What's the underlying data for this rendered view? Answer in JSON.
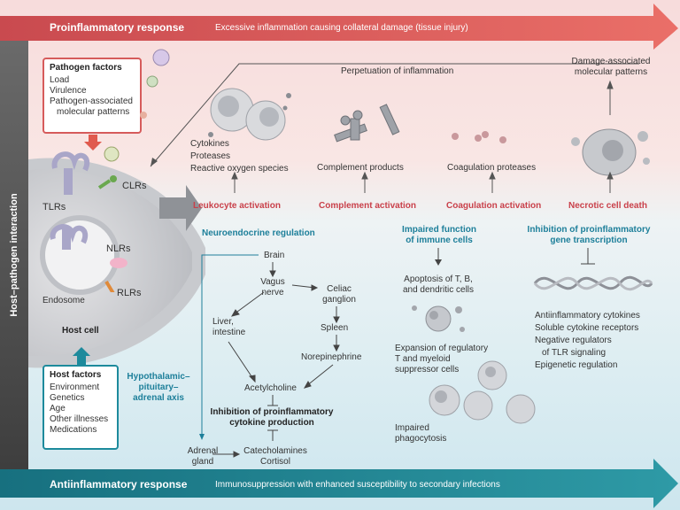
{
  "top_banner": {
    "title": "Proinflammatory response",
    "subtitle": "Excessive inflammation causing collateral damage (tissue injury)"
  },
  "bottom_banner": {
    "title": "Antiinflammatory response",
    "subtitle": "Immunosuppression with enhanced susceptibility to secondary infections"
  },
  "side_label": "Host–pathogen interaction",
  "pathogen_factors": {
    "title": "Pathogen factors",
    "items": [
      "Load",
      "Virulence",
      "Pathogen-associated",
      "molecular patterns"
    ]
  },
  "host_factors": {
    "title": "Host factors",
    "items": [
      "Environment",
      "Genetics",
      "Age",
      "Other illnesses",
      "Medications"
    ]
  },
  "host_cell": {
    "label": "Host cell",
    "receptors": [
      "CLRs",
      "TLRs",
      "NLRs",
      "RLRs"
    ],
    "endosome": "Endosome"
  },
  "proinflammatory": {
    "perpetuation": "Perpetuation of inflammation",
    "damp": [
      "Damage-associated",
      "molecular patterns"
    ],
    "leukocyte_products": [
      "Cytokines",
      "Proteases",
      "Reactive oxygen species"
    ],
    "complement_products": "Complement products",
    "coagulation_proteases": "Coagulation proteases",
    "activations": [
      "Leukocyte activation",
      "Complement activation",
      "Coagulation activation",
      "Necrotic cell death"
    ]
  },
  "neuroendocrine": {
    "title": "Neuroendocrine regulation",
    "brain": "Brain",
    "vagus": [
      "Vagus",
      "nerve"
    ],
    "celiac": [
      "Celiac",
      "ganglion"
    ],
    "liver": [
      "Liver,",
      "intestine"
    ],
    "spleen": "Spleen",
    "norepinephrine": "Norepinephrine",
    "acetylcholine": "Acetylcholine",
    "inhibition": [
      "Inhibition of proinflammatory",
      "cytokine production"
    ],
    "hpa": [
      "Hypothalamic–",
      "pituitary–",
      "adrenal axis"
    ],
    "adrenal": [
      "Adrenal",
      "gland"
    ],
    "catecholamines": [
      "Catecholamines",
      "Cortisol"
    ]
  },
  "immune": {
    "title": [
      "Impaired function",
      "of immune cells"
    ],
    "apoptosis": [
      "Apoptosis of T, B,",
      "and dendritic cells"
    ],
    "expansion": [
      "Expansion of regulatory",
      "T and myeloid",
      "suppressor cells"
    ],
    "phagocytosis": [
      "Impaired",
      "phagocytosis"
    ]
  },
  "gene": {
    "title": [
      "Inhibition of proinflammatory",
      "gene transcription"
    ],
    "items": [
      "Antiinflammatory cytokines",
      "Soluble cytokine receptors",
      "Negative regulators",
      "of TLR signaling",
      "Epigenetic regulation"
    ]
  },
  "colors": {
    "red_banner": "#e0605f",
    "teal_banner": "#2a8c9a",
    "red_text": "#c9404a",
    "teal_text": "#1d7f9a"
  }
}
